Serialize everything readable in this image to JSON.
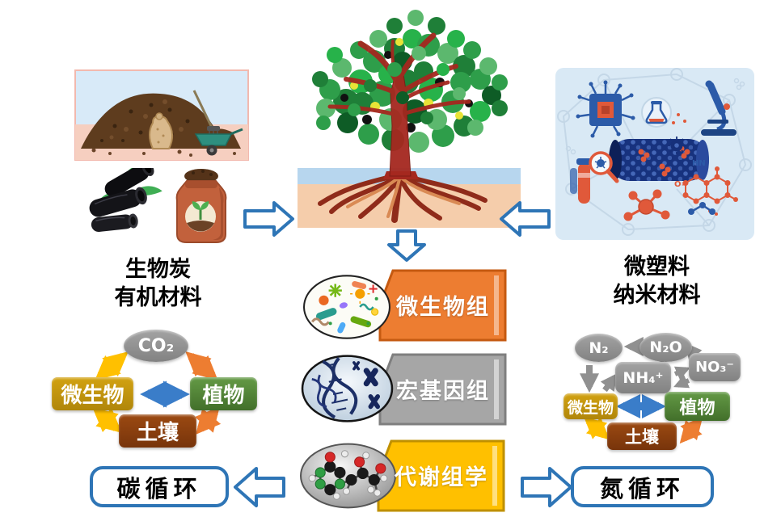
{
  "left_source": {
    "line1": "生物炭",
    "line2": "有机材料"
  },
  "right_source": {
    "line1": "微塑料",
    "line2": "纳米材料"
  },
  "banners": [
    {
      "label": "微生物组",
      "color": "#ED7D31",
      "border": "#C55A11",
      "icon": "microbes-icon"
    },
    {
      "label": "宏基因组",
      "color": "#A6A6A6",
      "border": "#7F7F7F",
      "icon": "dna-icon"
    },
    {
      "label": "代谢组学",
      "color": "#FFC000",
      "border": "#BF9000",
      "icon": "molecule-icon"
    }
  ],
  "carbon_cycle": {
    "title": "碳循环",
    "gas": "CO₂",
    "microbes": "微生物",
    "plants": "植物",
    "soil": "土壤"
  },
  "nitrogen_cycle": {
    "title": "氮循环",
    "n2": "N₂",
    "n2o": "N₂O",
    "no3": "NO₃⁻",
    "nh4": "NH₄⁺",
    "microbes": "微生物",
    "plants": "植物",
    "soil": "土壤"
  },
  "icons": {
    "top_left": "compost-pile-icon",
    "left_items": [
      "charcoal-icon",
      "fertilizer-bag-icon"
    ],
    "center": "tree-with-roots-icon",
    "top_right": "nanomaterials-icon"
  },
  "colors": {
    "accent_blue": "#2E75B6",
    "arrow_blue": "#3A7DC9",
    "arrow_yellow": "#FFC000",
    "arrow_orange": "#ED7D31",
    "arrow_gray": "#909090",
    "microbes_gold": "#BF9000",
    "plants_green": "#538135",
    "soil_brown": "#843C0C",
    "gas_gray": "#8C8C8C"
  }
}
